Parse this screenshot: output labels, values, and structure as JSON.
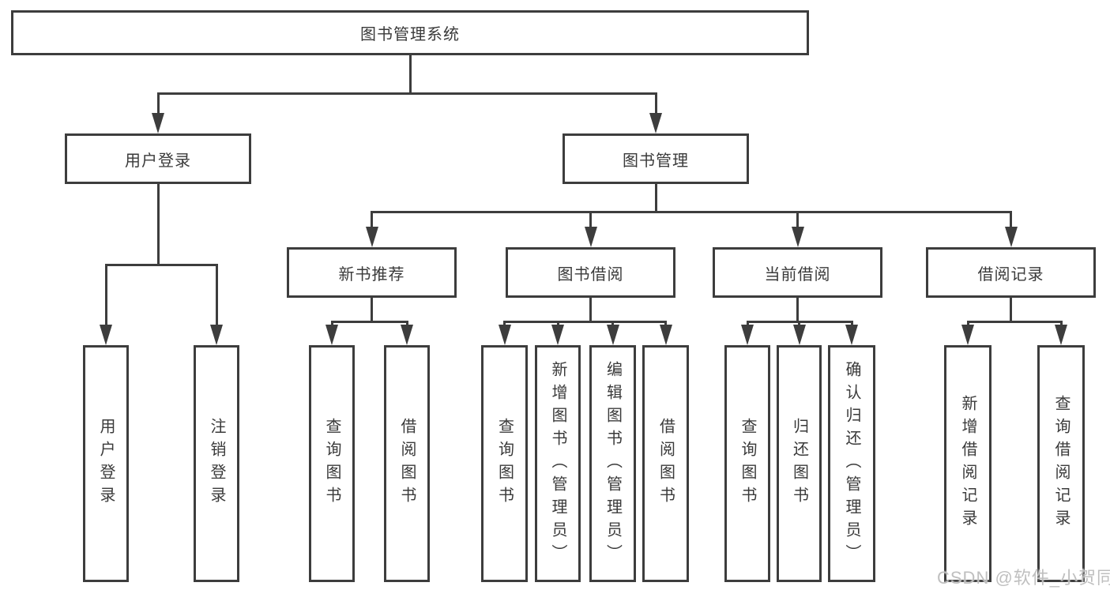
{
  "diagram": {
    "type": "hierarchy-tree",
    "colors": {
      "line": "#3d3d3d",
      "border": "#3d3d3d",
      "text": "#3a3a3a",
      "background": "#ffffff",
      "watermark": "#bcbcbc"
    }
  },
  "tree": {
    "label": "图书管理系统",
    "children": [
      {
        "label": "用户登录",
        "children": [
          {
            "label": "用户登录"
          },
          {
            "label": "注销登录"
          }
        ]
      },
      {
        "label": "图书管理",
        "children": [
          {
            "label": "新书推荐",
            "children": [
              {
                "label": "查询图书"
              },
              {
                "label": "借阅图书"
              }
            ]
          },
          {
            "label": "图书借阅",
            "children": [
              {
                "label": "查询图书"
              },
              {
                "label": "新增图书（管理员）"
              },
              {
                "label": "编辑图书（管理员）"
              },
              {
                "label": "借阅图书"
              }
            ]
          },
          {
            "label": "当前借阅",
            "children": [
              {
                "label": "查询图书"
              },
              {
                "label": "归还图书"
              },
              {
                "label": "确认归还（管理员）"
              }
            ]
          },
          {
            "label": "借阅记录",
            "children": [
              {
                "label": "新增借阅记录"
              },
              {
                "label": "查询借阅记录"
              }
            ]
          }
        ]
      }
    ]
  },
  "watermark": {
    "text": "CSDN @软件_小贺同学"
  }
}
